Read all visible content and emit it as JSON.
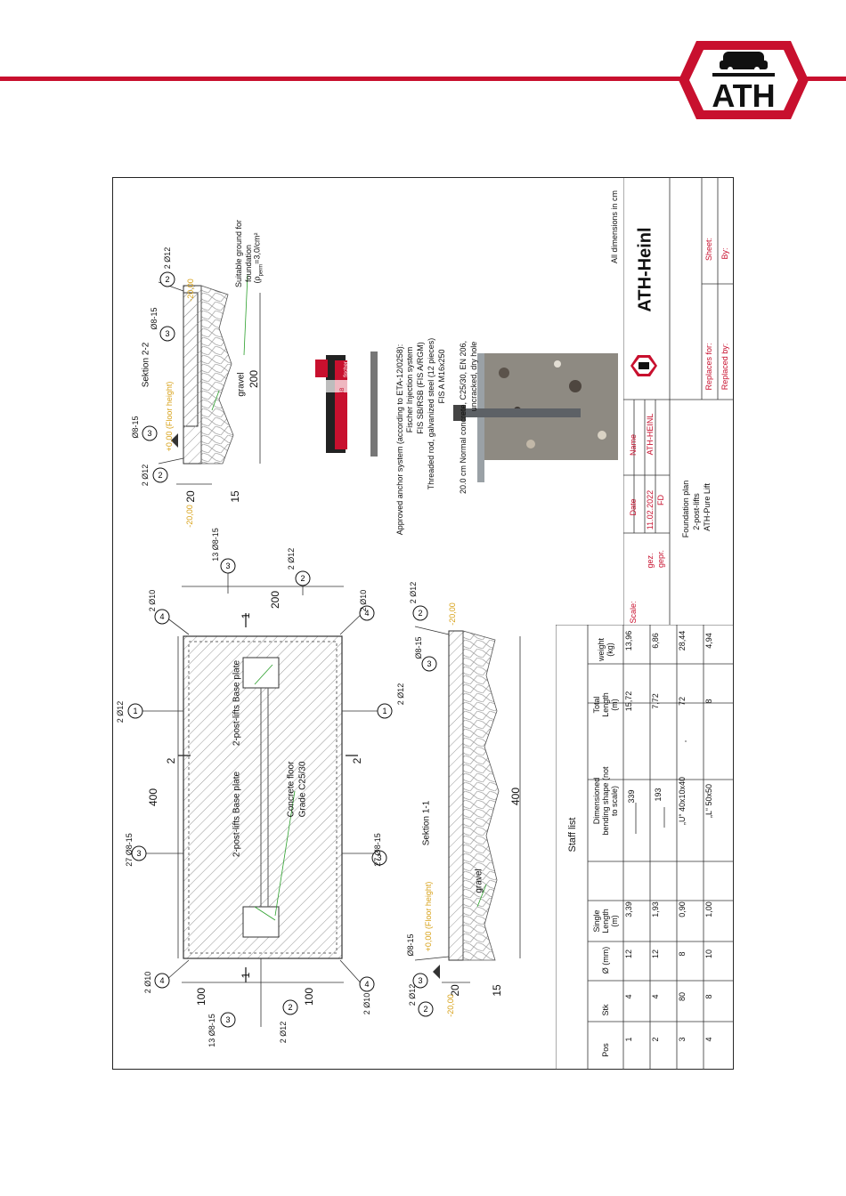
{
  "header": {
    "logo_text": "ATH",
    "colors": {
      "brand_red": "#c8102e",
      "dim_green": "#2ca02c",
      "level_amber": "#d8a21a"
    }
  },
  "drawing": {
    "all_dimensions": "All dimensions in cm",
    "plan": {
      "dim_400": "400",
      "dim_200": "200",
      "dim_100_a": "100",
      "dim_100_b": "100",
      "sec1": "1",
      "sec2": "2",
      "base_plate_1": "2-post-lifts Base plate",
      "base_plate_2": "2-post-lifts Base plate",
      "concrete_1": "Concrete floor",
      "concrete_2": "Grade C25/30",
      "callouts": [
        {
          "num": "1",
          "label": "2 Ø12"
        },
        {
          "num": "1",
          "label": "2 Ø12"
        },
        {
          "num": "2",
          "label": "2 Ø12"
        },
        {
          "num": "2",
          "label": "2 Ø12"
        },
        {
          "num": "3",
          "label": "27 Ø8-15"
        },
        {
          "num": "3",
          "label": "27 Ø8-15"
        },
        {
          "num": "3",
          "label": "13 Ø8-15"
        },
        {
          "num": "3",
          "label": "13 Ø8-15"
        },
        {
          "num": "4",
          "label": "2 Ø10"
        },
        {
          "num": "4",
          "label": "2 Ø10"
        },
        {
          "num": "4",
          "label": "2 Ø10"
        },
        {
          "num": "4",
          "label": "2 Ø10"
        }
      ]
    },
    "section_11": {
      "title": "Sektion 1-1",
      "dim_400": "400",
      "dim_20": "20",
      "dim_15": "15",
      "gravel": "gravel",
      "level_0": "+0,00 (Floor height)",
      "level_m20": "-20,00",
      "level_m20b": "-20,00",
      "c2_label": "2 Ø12",
      "c3_label": "Ø8-15",
      "c2r_label": "2 Ø12",
      "c3r_label": "Ø8-15"
    },
    "section_22": {
      "title": "Sektion 2-2",
      "dim_200": "200",
      "dim_20": "20",
      "dim_15": "15",
      "gravel": "gravel",
      "level_0": "+0,00 (Floor height)",
      "level_m20": "-20,00",
      "level_m20b": "-20,00",
      "c2_label": "2 Ø12",
      "c3_label": "Ø8-15",
      "c2r_label": "2 Ø12",
      "c3r_label": "Ø8-15",
      "ground_1": "Suitable ground for",
      "ground_2": "foundation",
      "ground_3": "(ρ",
      "ground_3b": "perm",
      "ground_3c": "=3,0/cm²"
    },
    "anchor": {
      "line1": "Approved anchor system (according to ETA-12/0258):",
      "line2": "Fischer Injection system",
      "line3": "FIS SB/RSB (FIS A/RGM)",
      "line4": "Threaded rod, galvanized steel (12 pieces)",
      "line5": "FIS A M16x250",
      "line6": "20.0 cm Normal concrete, C25/30, EN 206,",
      "line7": "uncracked, dry hole",
      "brand": "fischer",
      "product": "FIS SB"
    }
  },
  "staff_list": {
    "title": "Staff list",
    "headers": [
      "Pos",
      "Stk",
      "Ø (mm)",
      "Single Length (m)",
      "Dimensioned bending shape (not to scale)",
      "Total Length (m)",
      "weight (kg)"
    ],
    "rows": [
      {
        "pos": "1",
        "stk": "4",
        "d": "12",
        "single": "3,39",
        "shape": "339",
        "total": "15,72",
        "weight": "13,96"
      },
      {
        "pos": "2",
        "stk": "4",
        "d": "12",
        "single": "1,93",
        "shape": "193",
        "total": "7,72",
        "weight": "6,86"
      },
      {
        "pos": "3",
        "stk": "80",
        "d": "8",
        "single": "0,90",
        "shape": "„U“ 40x10x40",
        "total": "72",
        "weight": "28,44"
      },
      {
        "pos": "4",
        "stk": "8",
        "d": "10",
        "single": "1,00",
        "shape": "„L“ 50x50",
        "total": "8",
        "weight": "4,94"
      }
    ]
  },
  "title_block": {
    "brand": "ATH-Heinl",
    "scale_label": "Scale:",
    "date_h": "Date",
    "name_h": "Name",
    "gez": "gez.",
    "gez_date": "11.02.2022",
    "gez_name": "ATH-HEINL",
    "gepr": "gepr.",
    "gepr_val": "FD",
    "desc1": "Foundation plan",
    "desc2": "2-post-lifts",
    "desc3": "ATH-Pure Lift",
    "replaces": "Replaces for:",
    "replaced": "Replaced by:",
    "sheet": "Sheet:",
    "by": "By:"
  }
}
